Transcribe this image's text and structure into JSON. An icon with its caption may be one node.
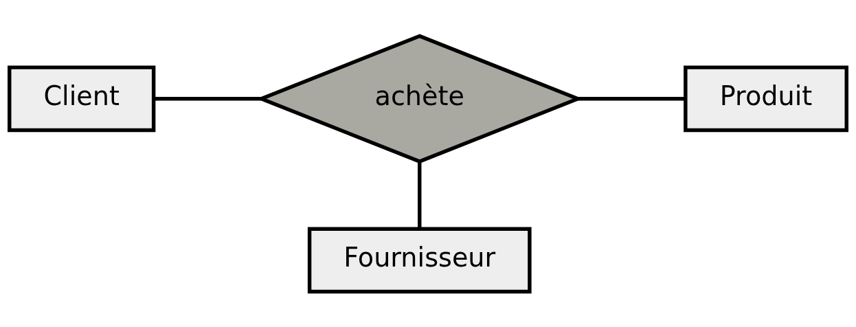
{
  "diagram": {
    "nodes": [
      {
        "text": [
          "Client"
        ]
      },
      {
        "text": [
          "achète"
        ]
      },
      {
        "text": [
          "Produit"
        ]
      },
      {
        "text": [
          "Fournisseur"
        ]
      }
    ],
    "edges": [
      {
        "from": 0,
        "to": 1,
        "arrow": "none"
      },
      {
        "from": 1,
        "to": 2,
        "arrow": "none"
      },
      {
        "from": 1,
        "to": 3,
        "arrow": "none"
      }
    ]
  }
}
